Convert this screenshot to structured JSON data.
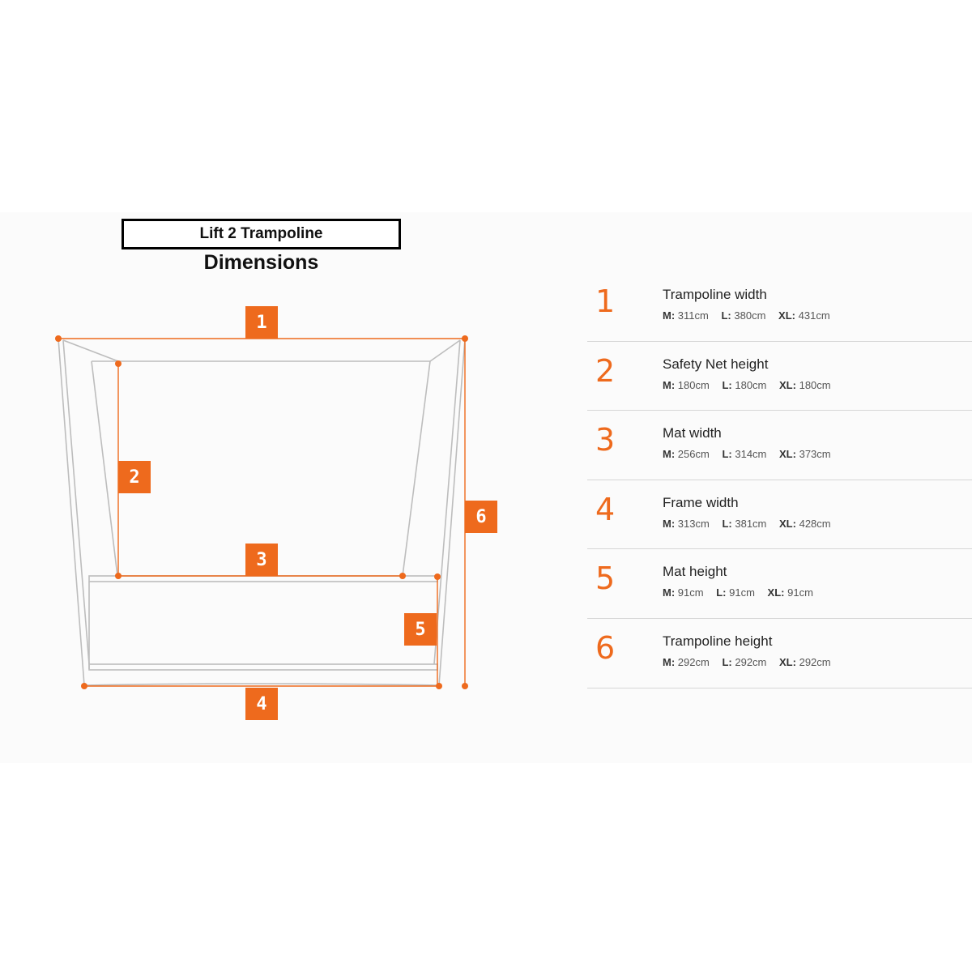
{
  "header": {
    "title": "Lift 2 Trampoline",
    "subtitle": "Dimensions"
  },
  "colors": {
    "accent": "#ee6a1d",
    "outline": "#bdbdbd",
    "divider": "#d6d6d6"
  },
  "diagram": {
    "tags": [
      "1",
      "2",
      "3",
      "4",
      "5",
      "6"
    ]
  },
  "specs": [
    {
      "num": "1",
      "label": "Trampoline width",
      "sizes": [
        {
          "k": "M:",
          "v": "311cm"
        },
        {
          "k": "L:",
          "v": "380cm"
        },
        {
          "k": "XL:",
          "v": "431cm"
        }
      ]
    },
    {
      "num": "2",
      "label": "Safety Net height",
      "sizes": [
        {
          "k": "M:",
          "v": "180cm"
        },
        {
          "k": "L:",
          "v": "180cm"
        },
        {
          "k": "XL:",
          "v": "180cm"
        }
      ]
    },
    {
      "num": "3",
      "label": "Mat width",
      "sizes": [
        {
          "k": "M:",
          "v": "256cm"
        },
        {
          "k": "L:",
          "v": "314cm"
        },
        {
          "k": "XL:",
          "v": "373cm"
        }
      ]
    },
    {
      "num": "4",
      "label": "Frame width",
      "sizes": [
        {
          "k": "M:",
          "v": "313cm"
        },
        {
          "k": "L:",
          "v": "381cm"
        },
        {
          "k": "XL:",
          "v": "428cm"
        }
      ]
    },
    {
      "num": "5",
      "label": "Mat height",
      "sizes": [
        {
          "k": "M:",
          "v": "91cm"
        },
        {
          "k": "L:",
          "v": "91cm"
        },
        {
          "k": "XL:",
          "v": "91cm"
        }
      ]
    },
    {
      "num": "6",
      "label": "Trampoline height",
      "sizes": [
        {
          "k": "M:",
          "v": "292cm"
        },
        {
          "k": "L:",
          "v": "292cm"
        },
        {
          "k": "XL:",
          "v": "292cm"
        }
      ]
    }
  ]
}
